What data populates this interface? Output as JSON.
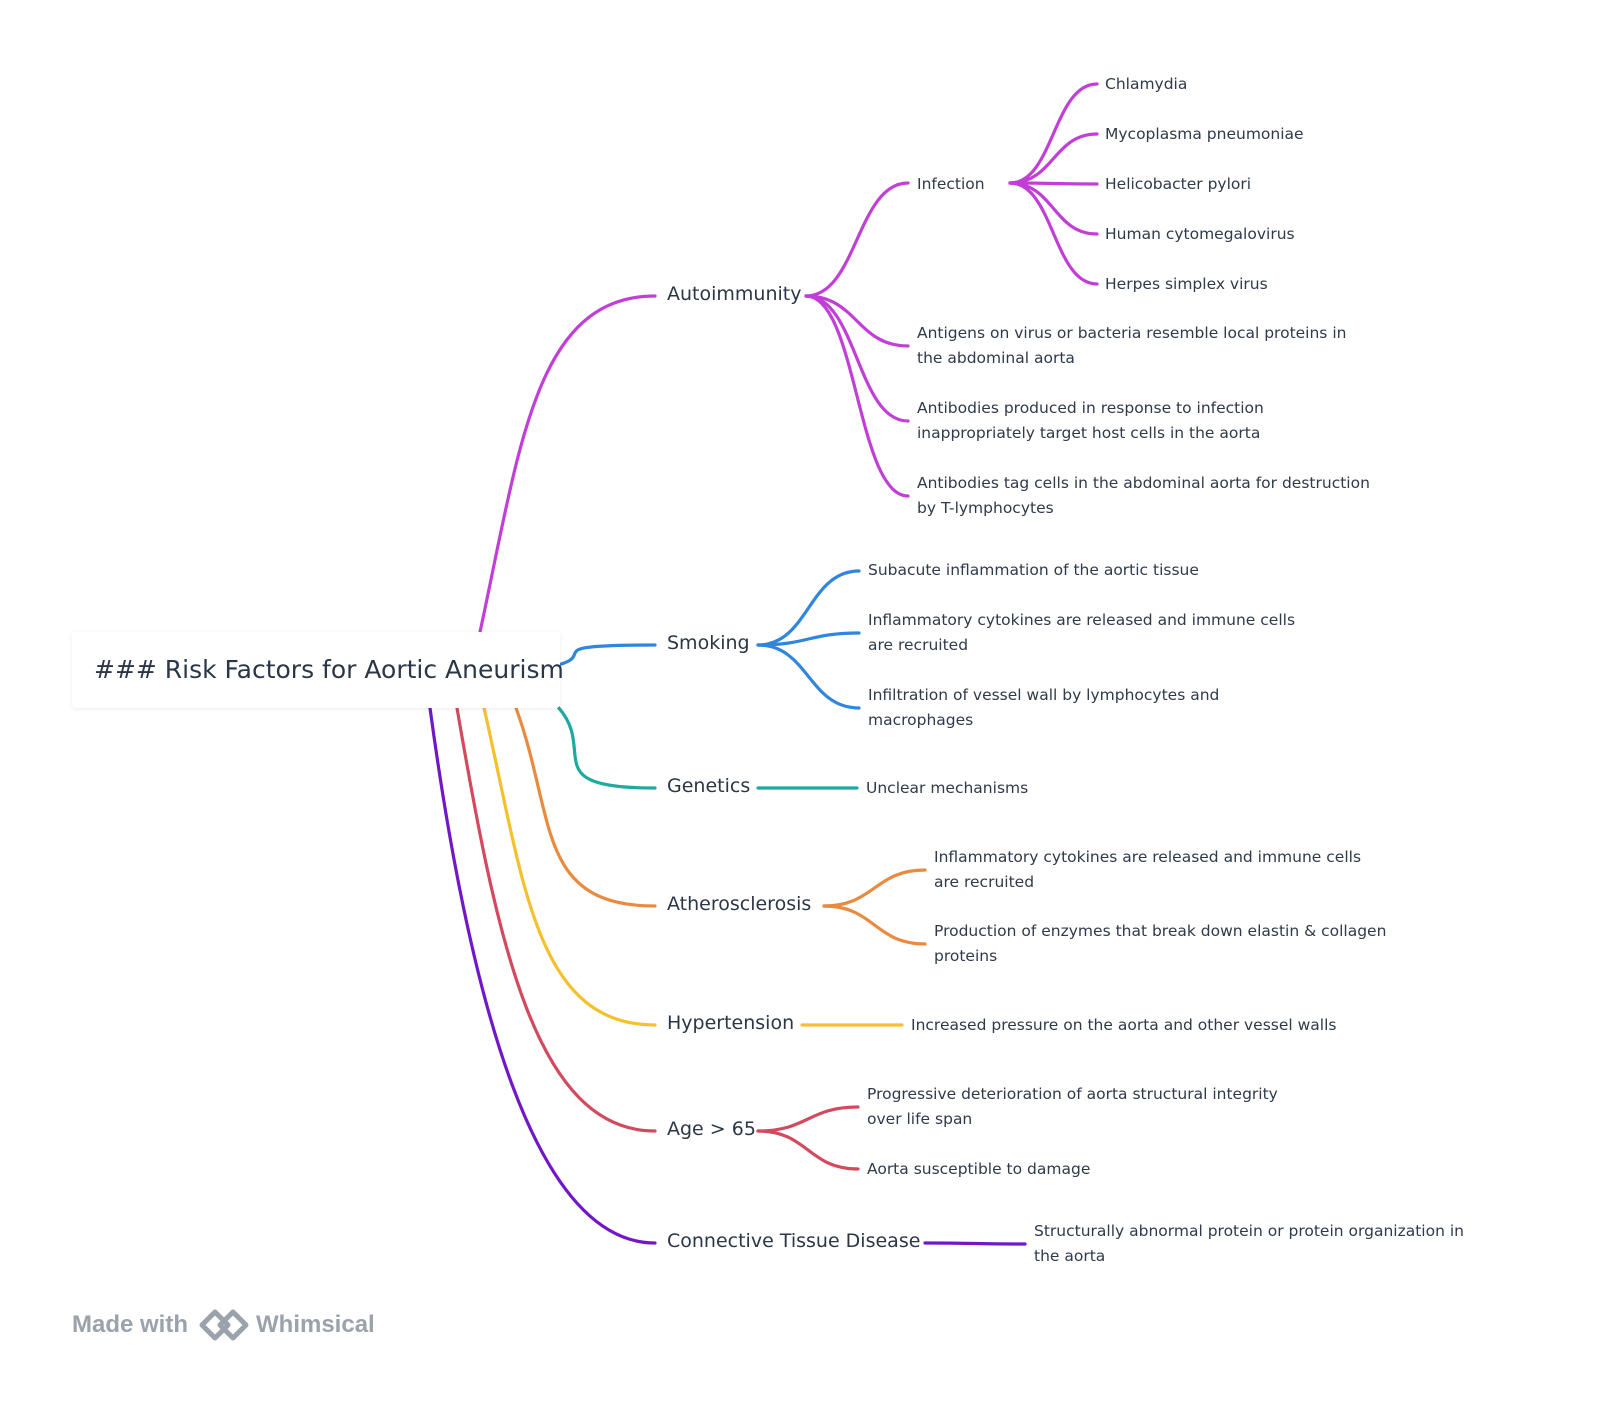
{
  "root": "### Risk Factors for Aortic Aneurism",
  "branches": [
    {
      "label": "Autoimmunity",
      "color": "#c13fd6",
      "children": [
        {
          "label": "Infection",
          "children": [
            "Chlamydia",
            "Mycoplasma pneumoniae",
            "Helicobacter pylori",
            "Human cytomegalovirus",
            "Herpes simplex virus"
          ]
        },
        {
          "label": [
            "Antigens on virus or bacteria resemble local proteins in",
            "the abdominal aorta"
          ]
        },
        {
          "label": [
            "Antibodies produced in response to infection",
            "inappropriately target host cells in the aorta"
          ]
        },
        {
          "label": [
            "Antibodies tag cells in the abdominal aorta for destruction",
            "by T-lymphocytes"
          ]
        }
      ]
    },
    {
      "label": "Smoking",
      "color": "#2f86dc",
      "children": [
        {
          "label": [
            "Subacute inflammation of the aortic tissue"
          ]
        },
        {
          "label": [
            "Inflammatory cytokines are released and immune cells",
            "are recruited"
          ]
        },
        {
          "label": [
            "Infiltration of vessel wall by lymphocytes and",
            "macrophages"
          ]
        }
      ]
    },
    {
      "label": "Genetics",
      "color": "#1fa99f",
      "children": [
        {
          "label": [
            "Unclear mechanisms"
          ]
        }
      ]
    },
    {
      "label": "Atherosclerosis",
      "color": "#ea8a3e",
      "children": [
        {
          "label": [
            "Inflammatory cytokines are released and immune cells",
            "are recruited"
          ]
        },
        {
          "label": [
            "Production of enzymes that break down elastin & collagen",
            "proteins"
          ]
        }
      ]
    },
    {
      "label": "Hypertension",
      "color": "#f4c12c",
      "children": [
        {
          "label": [
            "Increased pressure on the aorta and other vessel walls"
          ]
        }
      ]
    },
    {
      "label": "Age > 65",
      "color": "#d24a5e",
      "children": [
        {
          "label": [
            "Progressive deterioration of aorta structural integrity",
            "over life span"
          ]
        },
        {
          "label": [
            "Aorta susceptible to damage"
          ]
        }
      ]
    },
    {
      "label": "Connective Tissue Disease",
      "color": "#7217c8",
      "children": [
        {
          "label": [
            "Structurally abnormal protein or protein organization in",
            "the aorta"
          ]
        }
      ]
    }
  ],
  "footer": {
    "made_with": "Made with",
    "brand": "Whimsical",
    "icon": "whimsical-logo-icon"
  }
}
